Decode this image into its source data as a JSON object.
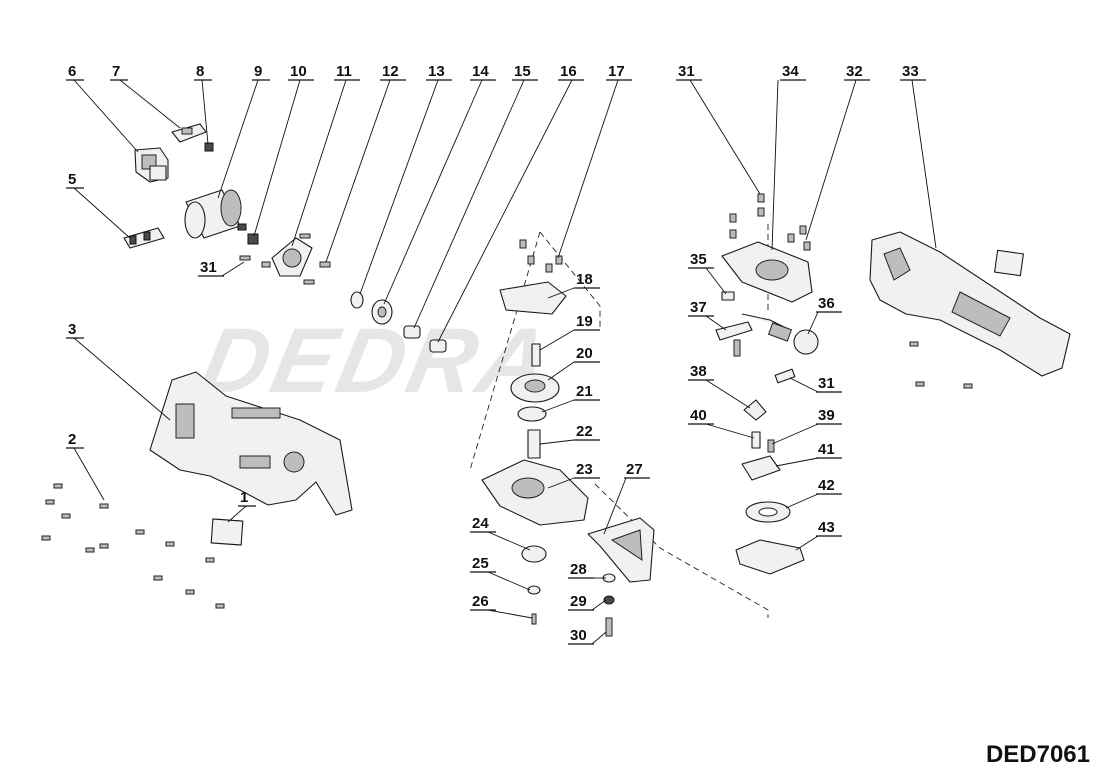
{
  "watermark": "DEDRA",
  "model_code": "DED7061",
  "labels": [
    "6",
    "7",
    "8",
    "9",
    "10",
    "11",
    "12",
    "13",
    "14",
    "15",
    "16",
    "17",
    "31",
    "34",
    "32",
    "33",
    "5",
    "31",
    "3",
    "2",
    "1",
    "18",
    "19",
    "20",
    "21",
    "22",
    "23",
    "24",
    "25",
    "26",
    "27",
    "28",
    "29",
    "30",
    "35",
    "37",
    "36",
    "38",
    "31",
    "40",
    "39",
    "41",
    "42",
    "43"
  ]
}
